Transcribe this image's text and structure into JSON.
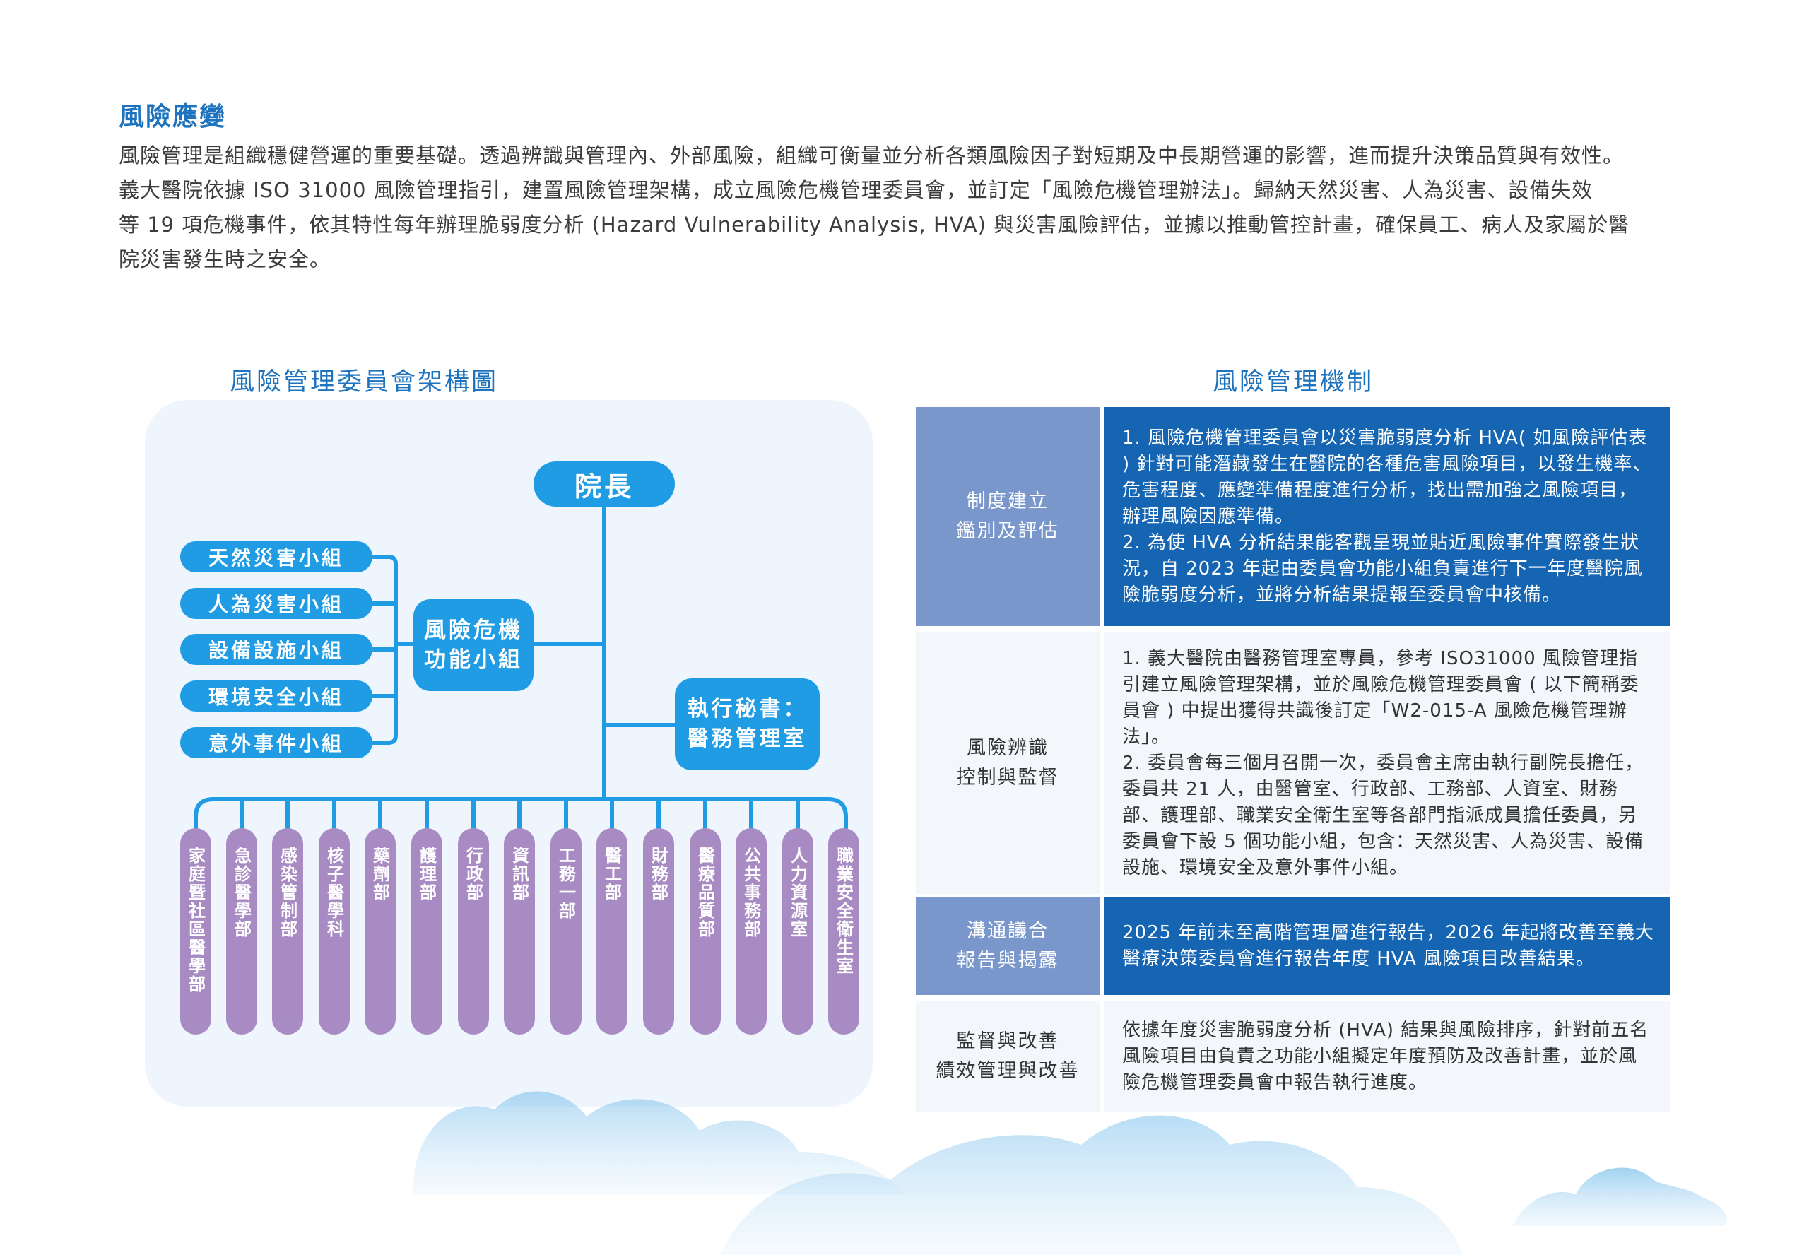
{
  "heading": "風險應變",
  "intro": [
    "風險管理是組織穩健營運的重要基礎。透過辨識與管理內、外部風險，組織可衡量並分析各類風險因子對短期及中長期營運的影響，進而提升決策品質與有效性。",
    "義大醫院依據 ISO 31000 風險管理指引，建置風險管理架構，成立風險危機管理委員會，並訂定「風險危機管理辦法」。歸納天然災害、人為災害、設備失效",
    "等 19 項危機事件，依其特性每年辦理脆弱度分析 (Hazard Vulnerability Analysis, HVA) 與災害風險評估，並據以推動管控計畫，確保員工、病人及家屬於醫",
    "院災害發生時之安全。"
  ],
  "org_chart": {
    "title": "風險管理委員會架構圖",
    "president": "院長",
    "groups": [
      "天然災害小組",
      "人為災害小組",
      "設備設施小組",
      "環境安全小組",
      "意外事件小組"
    ],
    "crisis_group": [
      "風險危機",
      "功能小組"
    ],
    "secretary": [
      "執行秘書：",
      "醫務管理室"
    ],
    "departments": [
      "家庭暨社區醫學部",
      "急診醫學部",
      "感染管制部",
      "核子醫學科",
      "藥劑部",
      "護理部",
      "行政部",
      "資訊部",
      "工務一部",
      "醫工部",
      "財務部",
      "醫療品質部",
      "公共事務部",
      "人力資源室",
      "職業安全衛生室"
    ],
    "colors": {
      "blue": "#1f9ce4",
      "purple": "#a88bc3",
      "panel": "#eef5fc"
    }
  },
  "mechanism": {
    "title": "風險管理機制",
    "rows": [
      {
        "label": [
          "制度建立",
          "鑑別及評估"
        ],
        "content": "1. 風險危機管理委員會以災害脆弱度分析 HVA( 如風險評估表 ) 針對可能潛藏發生在醫院的各種危害風險項目，以發生機率、危害程度、應變準備程度進行分析，找出需加強之風險項目，辦理風險因應準備。\n2. 為使 HVA 分析結果能客觀呈現並貼近風險事件實際發生狀況，自 2023 年起由委員會功能小組負責進行下一年度醫院風險脆弱度分析，並將分析結果提報至委員會中核備。"
      },
      {
        "label": [
          "風險辨識",
          "控制與監督"
        ],
        "content": "1. 義大醫院由醫務管理室專員，參考 ISO31000 風險管理指引建立風險管理架構，並於風險危機管理委員會 ( 以下簡稱委員會 ) 中提出獲得共識後訂定「W2-015-A 風險危機管理辦法」。\n2. 委員會每三個月召開一次，委員會主席由執行副院長擔任，委員共 21 人，由醫管室、行政部、工務部、人資室、財務部、護理部、職業安全衛生室等各部門指派成員擔任委員，另委員會下設 5 個功能小組，包含：天然災害、人為災害、設備設施、環境安全及意外事件小組。"
      },
      {
        "label": [
          "溝通議合",
          "報告與揭露"
        ],
        "content": "2025 年前未至高階管理層進行報告，2026 年起將改善至義大醫療決策委員會進行報告年度 HVA 風險項目改善結果。"
      },
      {
        "label": [
          "監督與改善",
          "績效管理與改善"
        ],
        "content": "依據年度災害脆弱度分析 (HVA) 結果與風險排序，針對前五名風險項目由負責之功能小組擬定年度預防及改善計畫，並於風險危機管理委員會中報告執行進度。"
      }
    ],
    "colors": {
      "dark_label": "#7a97cc",
      "dark_content": "#1565b3",
      "light": "#f3f6fa"
    }
  }
}
